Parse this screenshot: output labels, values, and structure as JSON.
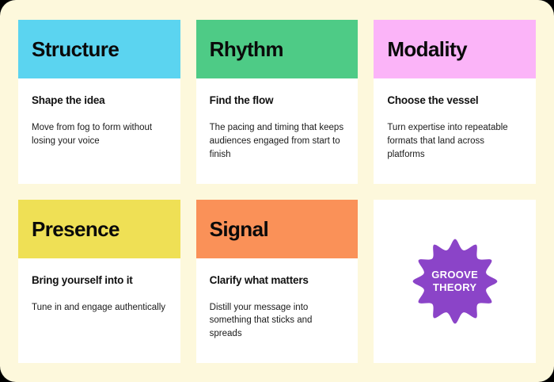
{
  "page": {
    "background_color": "#FDF8DC",
    "card_background": "#FFFFFF"
  },
  "cards": [
    {
      "title": "Structure",
      "subtitle": "Shape the idea",
      "body": "Move from fog to form without losing your voice",
      "header_color": "#5BD4F0"
    },
    {
      "title": "Rhythm",
      "subtitle": "Find the flow",
      "body": "The pacing and timing that keeps audiences engaged from start to finish",
      "header_color": "#4ECB86"
    },
    {
      "title": "Modality",
      "subtitle": "Choose the vessel",
      "body": "Turn expertise into repeatable formats that land across platforms",
      "header_color": "#FBB4F8"
    },
    {
      "title": "Presence",
      "subtitle": "Bring yourself into it",
      "body": "Tune in and engage authentically",
      "header_color": "#EFE055"
    },
    {
      "title": "Signal",
      "subtitle": "Clarify what matters",
      "body": "Distill your message into something that sticks and spreads",
      "header_color": "#FA9158"
    }
  ],
  "badge": {
    "line1": "GROOVE",
    "line2": "THEORY",
    "color": "#8B44C8",
    "text_color": "#FFFFFF",
    "shape": "scalloped-starburst"
  }
}
